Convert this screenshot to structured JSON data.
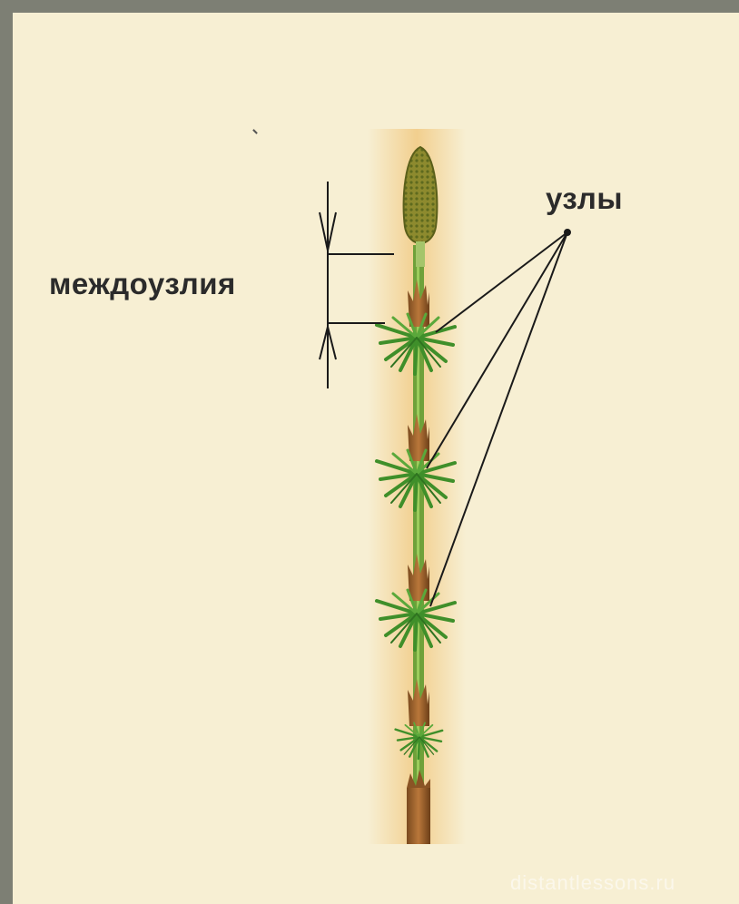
{
  "labels": {
    "internodes": "междоузлия",
    "nodes": "узлы"
  },
  "watermark": "distantlessons.ru",
  "colors": {
    "page_background": "#f7efd3",
    "frame": "#7d7f74",
    "strip": "#f3d9a4",
    "stem": "#6fa13a",
    "sheath": "#a0622d",
    "whorl": "#3f8f2a",
    "cone": "#8a8a2c",
    "line": "#1a1a1a"
  },
  "icons": [
    "horsetail-plant-illustration"
  ]
}
